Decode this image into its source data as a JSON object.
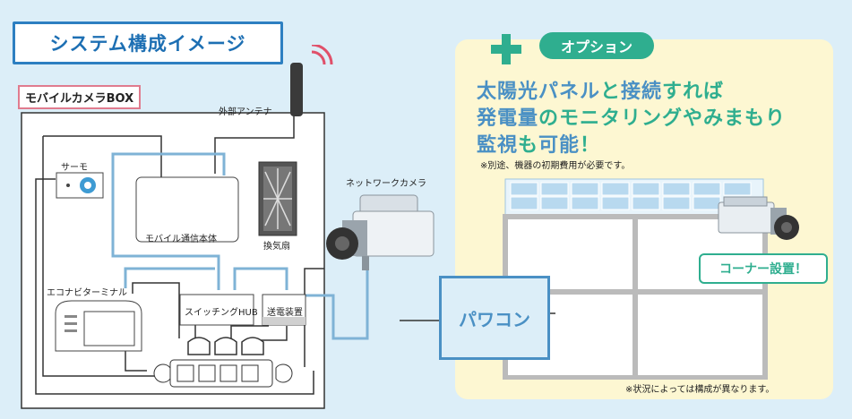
{
  "title": "システム構成イメージ",
  "box_label": "モバイルカメラBOX",
  "components": {
    "antenna": "外部アンテナ",
    "thermo": "サーモ",
    "mobile_unit": "モバイル通信本体",
    "fan": "換気扇",
    "eco_terminal": "エコナビターミナル",
    "switching_hub": "スイッチングHUB",
    "power_unit": "送電装置",
    "network_camera": "ネットワークカメラ",
    "power_con": "パワコン"
  },
  "option": {
    "badge": "オプション",
    "line1": [
      {
        "text": "太陽光パネル",
        "color": "blue"
      },
      {
        "text": "と",
        "color": "green"
      },
      {
        "text": "接続",
        "color": "blue"
      },
      {
        "text": "すれば",
        "color": "green"
      }
    ],
    "line2": [
      {
        "text": "発電量",
        "color": "blue"
      },
      {
        "text": "のモニタリング",
        "color": "green"
      },
      {
        "text": "やみまもり",
        "color": "green"
      }
    ],
    "line3": [
      {
        "text": "監視",
        "color": "blue"
      },
      {
        "text": "も",
        "color": "green"
      },
      {
        "text": "可能",
        "color": "blue"
      },
      {
        "text": "！",
        "color": "green"
      }
    ],
    "note": "※別途、機器の初期費用が必要です。",
    "corner_badge": "コーナー設置！",
    "footnote": "※状況によっては構成が異なります。"
  },
  "colors": {
    "background": "#dceef8",
    "accent_blue": "#4a90c4",
    "accent_green": "#2fae8f",
    "option_panel": "#fdf7d2",
    "box_border": "#e07b8e"
  }
}
